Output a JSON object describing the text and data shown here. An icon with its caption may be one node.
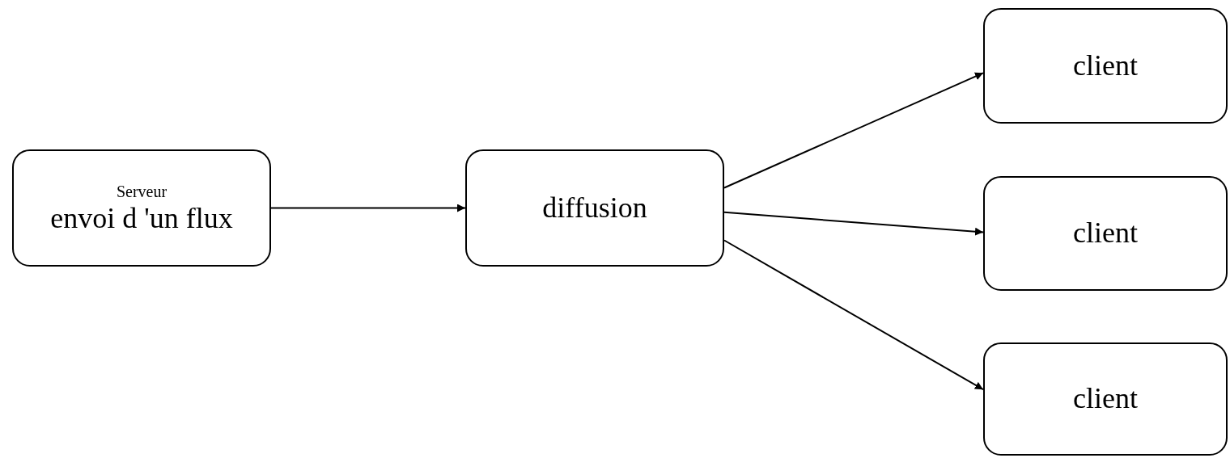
{
  "diagram": {
    "nodes": [
      {
        "text": [
          "Serveur",
          "envoi d 'un flux"
        ]
      },
      {
        "text": [
          "diffusion"
        ]
      },
      {
        "text": [
          "client"
        ]
      },
      {
        "text": [
          "client"
        ]
      },
      {
        "text": [
          "client"
        ]
      }
    ],
    "edges": [
      {
        "from": 0,
        "to": 1,
        "arrow": "to"
      },
      {
        "from": 1,
        "to": 2,
        "arrow": "to"
      },
      {
        "from": 1,
        "to": 3,
        "arrow": "to"
      },
      {
        "from": 1,
        "to": 4,
        "arrow": "to"
      }
    ]
  }
}
